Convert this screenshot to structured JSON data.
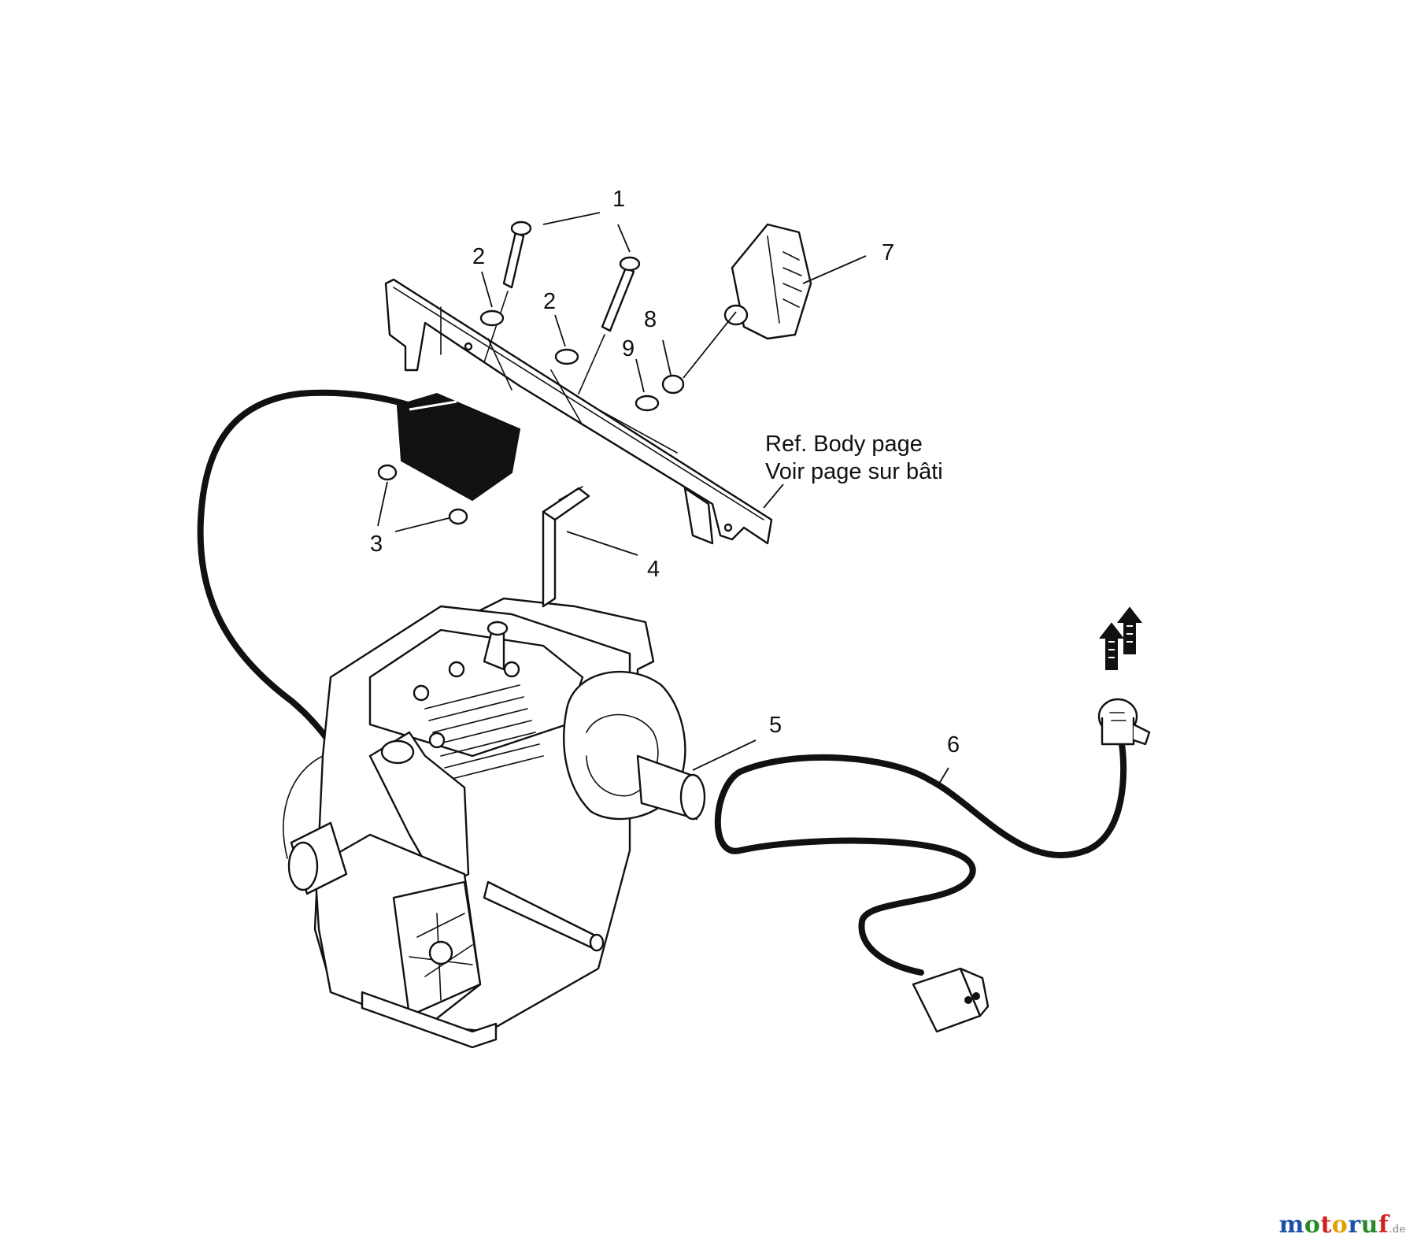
{
  "callouts": {
    "c1": "1",
    "c2a": "2",
    "c2b": "2",
    "c3": "3",
    "c4": "4",
    "c5": "5",
    "c6": "6",
    "c7": "7",
    "c8": "8",
    "c9": "9"
  },
  "reference": {
    "line1": "Ref.  Body page",
    "line2": "Voir page sur bâti"
  },
  "watermark": {
    "text": "motoruf",
    "suffix": ".de",
    "letter_colors": [
      "#1f4fa8",
      "#2a8a2a",
      "#d02020",
      "#e0a000",
      "#1f4fa8",
      "#2a8a2a",
      "#d02020"
    ]
  }
}
